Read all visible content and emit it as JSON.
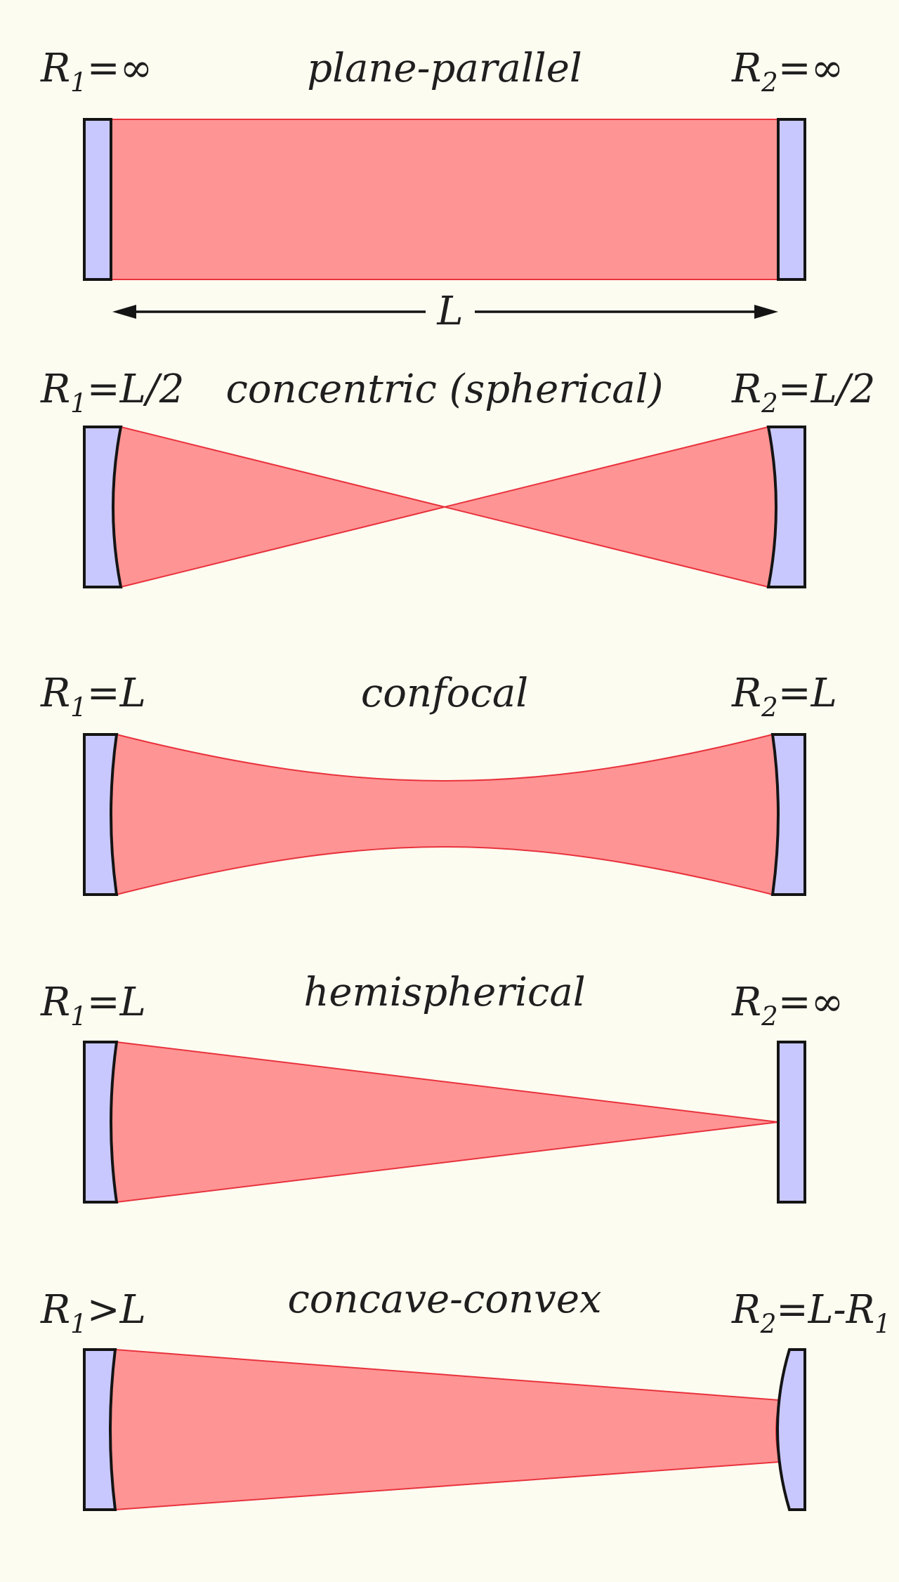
{
  "colors": {
    "background": "#fdfcf1",
    "beam_fill": "#ff9494",
    "beam_edge": "#e8323c",
    "mirror_fill": "#c8c8ff",
    "mirror_edge": "#141414",
    "text": "#1f1f1f"
  },
  "length_label": "L",
  "cavities": [
    {
      "title": "plane-parallel",
      "left": {
        "main": "R",
        "sub": "1",
        "rest": "=∞"
      },
      "right": {
        "main": "R",
        "sub": "2",
        "rest": "=∞",
        "sub2": ""
      }
    },
    {
      "title": "concentric (spherical)",
      "left": {
        "main": "R",
        "sub": "1",
        "rest": "=L/2"
      },
      "right": {
        "main": "R",
        "sub": "2",
        "rest": "=L/2",
        "sub2": ""
      }
    },
    {
      "title": "confocal",
      "left": {
        "main": "R",
        "sub": "1",
        "rest": "=L"
      },
      "right": {
        "main": "R",
        "sub": "2",
        "rest": "=L",
        "sub2": ""
      }
    },
    {
      "title": "hemispherical",
      "left": {
        "main": "R",
        "sub": "1",
        "rest": "=L"
      },
      "right": {
        "main": "R",
        "sub": "2",
        "rest": "=∞",
        "sub2": ""
      }
    },
    {
      "title": "concave-convex",
      "left": {
        "main": "R",
        "sub": "1",
        "rest": ">L"
      },
      "right": {
        "main": "R",
        "sub": "2",
        "rest": "=L-R",
        "sub2": "1"
      }
    }
  ]
}
